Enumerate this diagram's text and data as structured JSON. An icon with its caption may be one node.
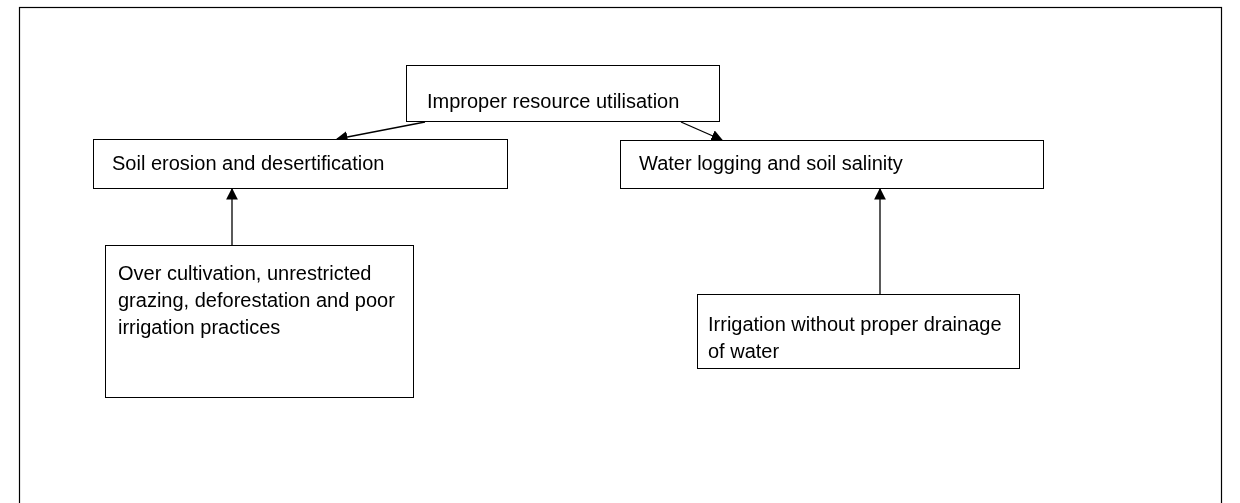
{
  "diagram": {
    "nodes": [
      {
        "text": [
          "Improper resource utilisation"
        ]
      },
      {
        "text": [
          "Soil erosion and desertification"
        ]
      },
      {
        "text": [
          "Water logging and soil salinity"
        ]
      },
      {
        "text": [
          "Over cultivation, unrestricted grazing, deforestation and poor irrigation practices"
        ]
      },
      {
        "text": [
          "Irrigation without proper drainage of water"
        ]
      }
    ],
    "edges": [
      {
        "from": 0,
        "to": 1,
        "arrow": "to"
      },
      {
        "from": 0,
        "to": 2,
        "arrow": "to"
      },
      {
        "from": 3,
        "to": 1,
        "arrow": "to"
      },
      {
        "from": 4,
        "to": 2,
        "arrow": "to"
      }
    ]
  }
}
